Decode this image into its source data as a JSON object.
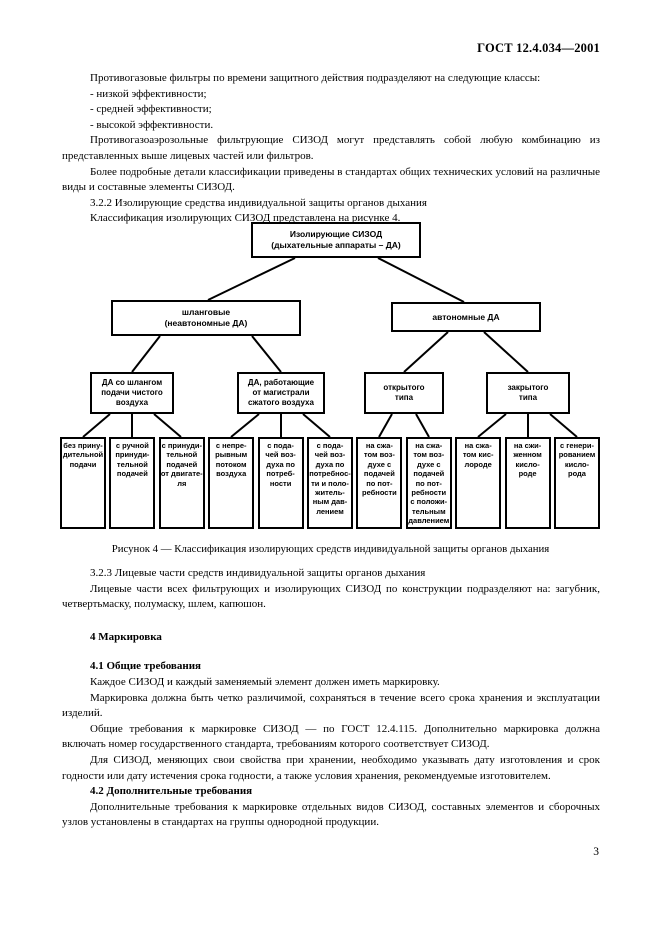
{
  "page": {
    "doc_number": "ГОСТ 12.4.034—2001",
    "page_number": "3"
  },
  "section_3_2": {
    "p_filters": "Противогазовые фильтры по времени защитного действия подразделяют на следующие классы:",
    "classes": [
      "-  низкой эффективности;",
      "-  средней эффективности;",
      "-  высокой эффективности."
    ],
    "p_combination": "Противогазоаэрозольные фильтрующие СИЗОД могут представлять собой любую комбинацию из представленных выше лицевых частей или фильтров.",
    "p_details": "Более подробные детали классификации приведены в стандартах общих технических условий на различные виды и составные элементы СИЗОД.",
    "h_3_2_2": "3.2.2  Изолирующие средства индивидуальной защиты органов дыхания",
    "p_classification": "Классификация изолирующих СИЗОД представлена на рисунке 4."
  },
  "figure": {
    "caption": "Рисунок 4 — Классификация изолирующих средств индивидуальной защиты органов дыхания",
    "tree": {
      "root": "Изолирующие СИЗОД\n(дыхательные аппараты – ДА)",
      "level2": [
        "шланговые\n(неавтономные ДА)",
        "автономные ДА"
      ],
      "level3": [
        "ДА со шлангом\nподачи чистого\nвоздуха",
        "ДА, работающие\nот магистрали\nсжатого воздуха",
        "открытого\nтипа",
        "закрытого\nтипа"
      ],
      "leaves": [
        "без прину-\nдительной\nподачи",
        "с ручной\nпринуди-\nтельной\nподачей",
        "с принуди-\nтельной\nподачей\nот двигате-\nля",
        "с непре-\nрывным\nпотоком\nвоздуха",
        "с пода-\nчей воз-\nдуха по\nпотреб-\nности",
        "с пода-\nчей воз-\nдуха по\nпотребнос-\nти и поло-\nжитель-\nным дав-\nлением",
        "на сжа-\nтом воз-\nдухе с\nподачей\nпо пот-\nребности",
        "на сжа-\nтом воз-\nдухе с\nподачей\nпо пот-\nребности\nс положи-\nтельным\nдавлением",
        "на сжа-\nтом кис-\nлороде",
        "на сжи-\nженном\nкисло-\nроде",
        "с генери-\nрованием\nкисло-\nрода"
      ]
    }
  },
  "section_3_2_3": {
    "h_3_2_3": "3.2.3  Лицевые части средств индивидуальной защиты органов дыхания",
    "p_face_parts": "Лицевые части всех фильтрующих и изолирующих СИЗОД по конструкции подразделяют на: загубник, четвертьмаску, полумаску, шлем, капюшон."
  },
  "section_4": {
    "h_4": "4  Маркировка",
    "h_4_1": "4.1  Общие требования",
    "p_each": "Каждое СИЗОД и каждый заменяемый элемент должен иметь маркировку.",
    "p_legible": "Маркировка должна быть четко различимой, сохраняться в течение всего срока хранения и эксплуатации изделий.",
    "p_general": "Общие требования к маркировке СИЗОД — по ГОСТ 12.4.115. Дополнительно маркировка должна включать номер государственного стандарта, требованиям которого соответствует СИЗОД.",
    "p_storage": "Для СИЗОД, меняющих свои свойства при хранении, необходимо указывать дату изготовления и срок годности или дату истечения срока годности, а также условия хранения, рекомендуемые изготовителем.",
    "h_4_2": "4.2  Дополнительные требования",
    "p_additional": "Дополнительные требования к маркировке отдельных видов СИЗОД, составных элементов и сборочных узлов установлены в стандартах на группы однородной продукции."
  }
}
